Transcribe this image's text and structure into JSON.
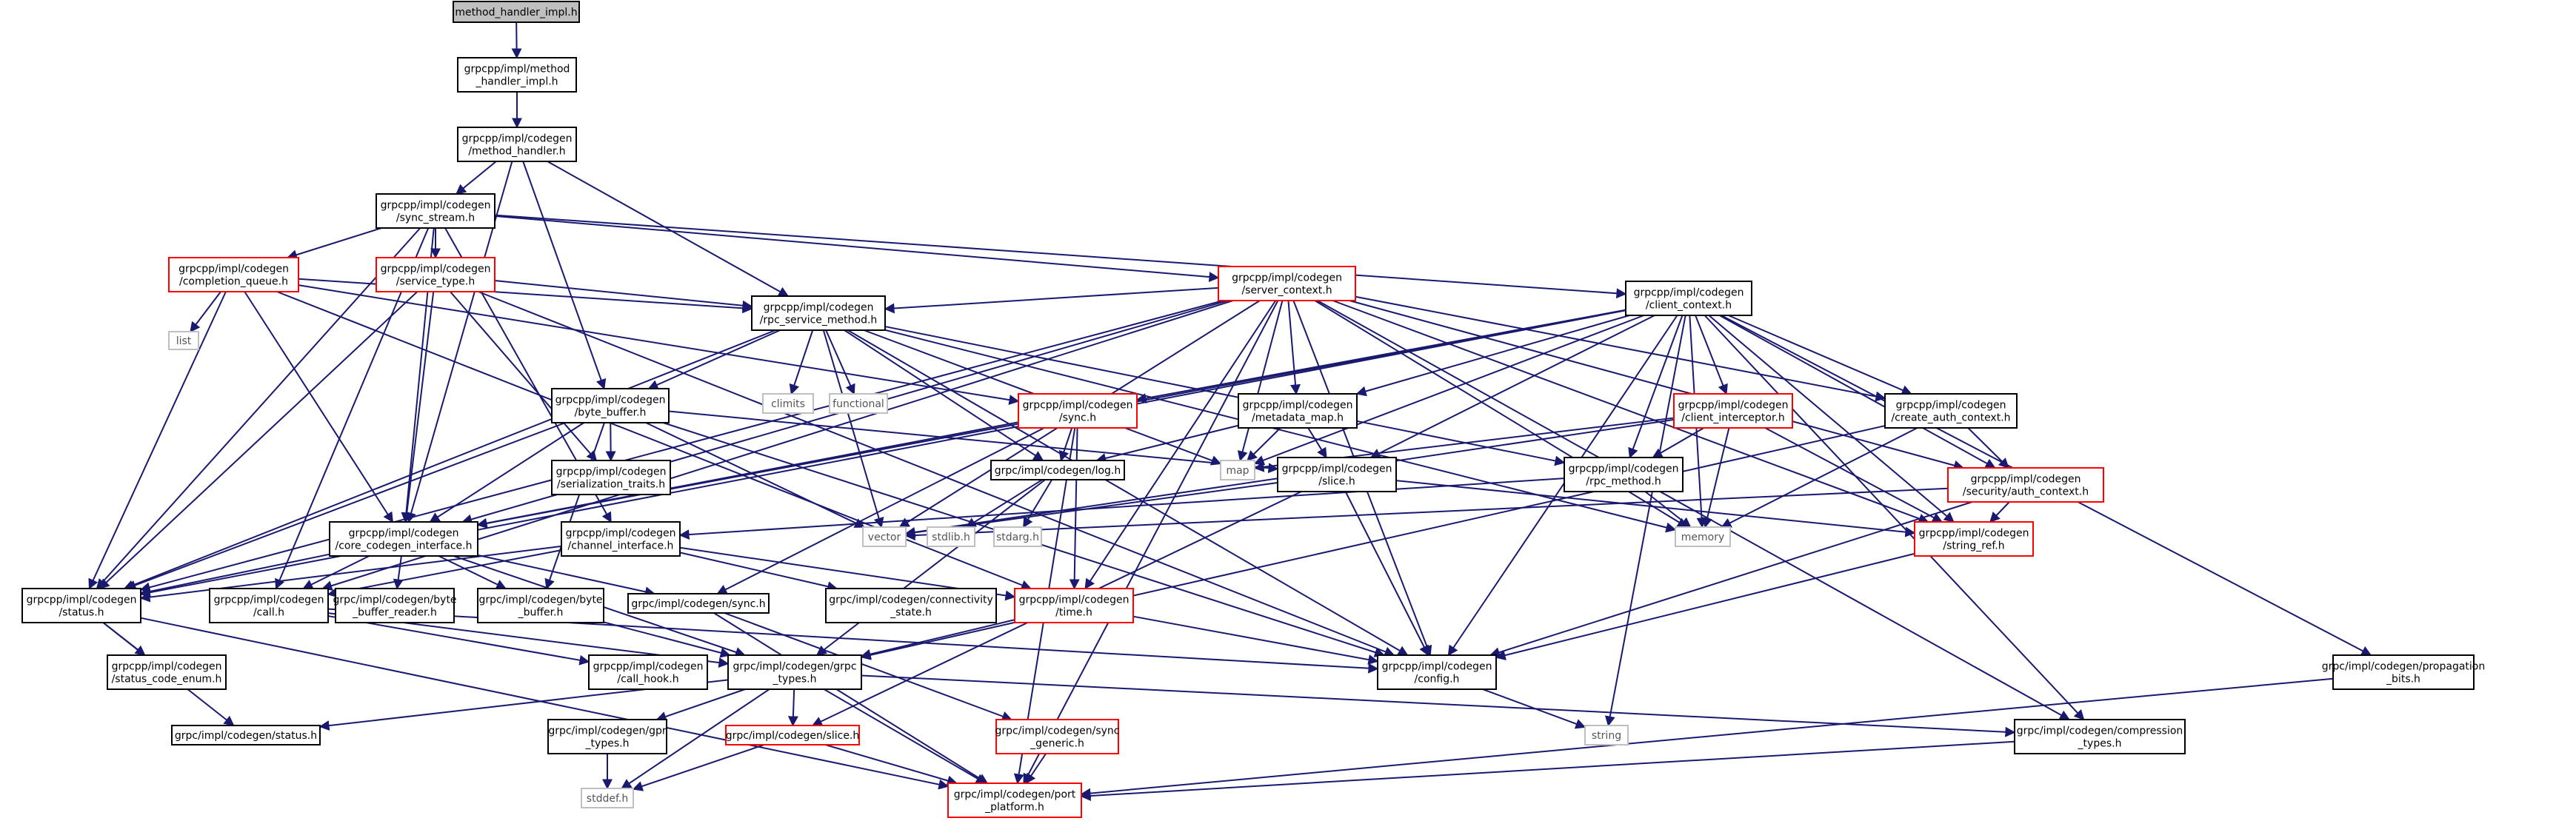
{
  "colors": {
    "edge": "#191970",
    "node_border": "#000000",
    "node_border_partial": "#ff0000",
    "node_border_system": "#bfbfbf",
    "root_fill": "#bfbfbf"
  },
  "nodes": [
    {
      "id": "n0",
      "kind": "root",
      "lines": [
        "method_handler_impl.h"
      ]
    },
    {
      "id": "n1",
      "kind": "normal",
      "lines": [
        "grpcpp/impl/method",
        "_handler_impl.h"
      ]
    },
    {
      "id": "n2",
      "kind": "normal",
      "lines": [
        "grpcpp/impl/codegen",
        "/method_handler.h"
      ]
    },
    {
      "id": "n3",
      "kind": "normal",
      "lines": [
        "grpcpp/impl/codegen",
        "/sync_stream.h"
      ]
    },
    {
      "id": "n4",
      "kind": "red",
      "lines": [
        "grpcpp/impl/codegen",
        "/completion_queue.h"
      ]
    },
    {
      "id": "n5",
      "kind": "red",
      "lines": [
        "grpcpp/impl/codegen",
        "/service_type.h"
      ]
    },
    {
      "id": "n6",
      "kind": "red",
      "lines": [
        "grpcpp/impl/codegen",
        "/server_context.h"
      ]
    },
    {
      "id": "n7",
      "kind": "gray",
      "lines": [
        "list"
      ]
    },
    {
      "id": "n8",
      "kind": "normal",
      "lines": [
        "grpcpp/impl/codegen",
        "/rpc_service_method.h"
      ]
    },
    {
      "id": "n9",
      "kind": "normal",
      "lines": [
        "grpcpp/impl/codegen",
        "/client_context.h"
      ]
    },
    {
      "id": "n10",
      "kind": "gray",
      "lines": [
        "climits"
      ]
    },
    {
      "id": "n11",
      "kind": "gray",
      "lines": [
        "functional"
      ]
    },
    {
      "id": "n12",
      "kind": "normal",
      "lines": [
        "grpcpp/impl/codegen",
        "/byte_buffer.h"
      ]
    },
    {
      "id": "n13",
      "kind": "red",
      "lines": [
        "grpcpp/impl/codegen",
        "/sync.h"
      ]
    },
    {
      "id": "n14",
      "kind": "normal",
      "lines": [
        "grpcpp/impl/codegen",
        "/metadata_map.h"
      ]
    },
    {
      "id": "n15",
      "kind": "red",
      "lines": [
        "grpcpp/impl/codegen",
        "/client_interceptor.h"
      ]
    },
    {
      "id": "n16",
      "kind": "normal",
      "lines": [
        "grpcpp/impl/codegen",
        "/create_auth_context.h"
      ]
    },
    {
      "id": "n17",
      "kind": "normal",
      "lines": [
        "grpcpp/impl/codegen",
        "/serialization_traits.h"
      ]
    },
    {
      "id": "n18",
      "kind": "gray",
      "lines": [
        "map"
      ]
    },
    {
      "id": "n19",
      "kind": "normal",
      "lines": [
        "grpc/impl/codegen/log.h"
      ]
    },
    {
      "id": "n20",
      "kind": "normal",
      "lines": [
        "grpcpp/impl/codegen",
        "/slice.h"
      ]
    },
    {
      "id": "n21",
      "kind": "normal",
      "lines": [
        "grpcpp/impl/codegen",
        "/rpc_method.h"
      ]
    },
    {
      "id": "n22",
      "kind": "red",
      "lines": [
        "grpcpp/impl/codegen",
        "/security/auth_context.h"
      ]
    },
    {
      "id": "n23",
      "kind": "gray",
      "lines": [
        "vector"
      ]
    },
    {
      "id": "n24",
      "kind": "gray",
      "lines": [
        "stdlib.h"
      ]
    },
    {
      "id": "n25",
      "kind": "gray",
      "lines": [
        "stdarg.h"
      ]
    },
    {
      "id": "n26",
      "kind": "gray",
      "lines": [
        "memory"
      ]
    },
    {
      "id": "n27",
      "kind": "normal",
      "lines": [
        "grpcpp/impl/codegen",
        "/core_codegen_interface.h"
      ]
    },
    {
      "id": "n28",
      "kind": "normal",
      "lines": [
        "grpcpp/impl/codegen",
        "/channel_interface.h"
      ]
    },
    {
      "id": "n29",
      "kind": "red",
      "lines": [
        "grpcpp/impl/codegen",
        "/string_ref.h"
      ]
    },
    {
      "id": "n30",
      "kind": "normal",
      "lines": [
        "grpcpp/impl/codegen",
        "/status.h"
      ]
    },
    {
      "id": "n31",
      "kind": "normal",
      "lines": [
        "grpcpp/impl/codegen",
        "/call.h"
      ]
    },
    {
      "id": "n32",
      "kind": "normal",
      "lines": [
        "grpc/impl/codegen/byte",
        "_buffer_reader.h"
      ]
    },
    {
      "id": "n33",
      "kind": "normal",
      "lines": [
        "grpc/impl/codegen/byte",
        "_buffer.h"
      ]
    },
    {
      "id": "n34",
      "kind": "normal",
      "lines": [
        "grpc/impl/codegen/sync.h"
      ]
    },
    {
      "id": "n35",
      "kind": "normal",
      "lines": [
        "grpc/impl/codegen/connectivity",
        "_state.h"
      ]
    },
    {
      "id": "n36",
      "kind": "red",
      "lines": [
        "grpcpp/impl/codegen",
        "/time.h"
      ]
    },
    {
      "id": "n37",
      "kind": "normal",
      "lines": [
        "grpcpp/impl/codegen",
        "/status_code_enum.h"
      ]
    },
    {
      "id": "n38",
      "kind": "normal",
      "lines": [
        "grpcpp/impl/codegen",
        "/call_hook.h"
      ]
    },
    {
      "id": "n39",
      "kind": "normal",
      "lines": [
        "grpc/impl/codegen/grpc",
        "_types.h"
      ]
    },
    {
      "id": "n40",
      "kind": "normal",
      "lines": [
        "grpcpp/impl/codegen",
        "/config.h"
      ]
    },
    {
      "id": "n41",
      "kind": "normal",
      "lines": [
        "grpc/impl/codegen/propagation",
        "_bits.h"
      ]
    },
    {
      "id": "n42",
      "kind": "normal",
      "lines": [
        "grpc/impl/codegen/status.h"
      ]
    },
    {
      "id": "n43",
      "kind": "normal",
      "lines": [
        "grpc/impl/codegen/gpr",
        "_types.h"
      ]
    },
    {
      "id": "n44",
      "kind": "red",
      "lines": [
        "grpc/impl/codegen/slice.h"
      ]
    },
    {
      "id": "n45",
      "kind": "red",
      "lines": [
        "grpc/impl/codegen/sync",
        "_generic.h"
      ]
    },
    {
      "id": "n46",
      "kind": "gray",
      "lines": [
        "string"
      ]
    },
    {
      "id": "n47",
      "kind": "normal",
      "lines": [
        "grpc/impl/codegen/compression",
        "_types.h"
      ]
    },
    {
      "id": "n48",
      "kind": "gray",
      "lines": [
        "stddef.h"
      ]
    },
    {
      "id": "n49",
      "kind": "red",
      "lines": [
        "grpc/impl/codegen/port",
        "_platform.h"
      ]
    }
  ],
  "edges": [
    [
      "n0",
      "n1"
    ],
    [
      "n1",
      "n2"
    ],
    [
      "n2",
      "n3"
    ],
    [
      "n2",
      "n8"
    ],
    [
      "n2",
      "n12"
    ],
    [
      "n2",
      "n27"
    ],
    [
      "n3",
      "n4"
    ],
    [
      "n3",
      "n5"
    ],
    [
      "n3",
      "n6"
    ],
    [
      "n3",
      "n9"
    ],
    [
      "n3",
      "n28"
    ],
    [
      "n3",
      "n31"
    ],
    [
      "n3",
      "n27"
    ],
    [
      "n3",
      "n30"
    ],
    [
      "n4",
      "n7"
    ],
    [
      "n4",
      "n8"
    ],
    [
      "n4",
      "n13"
    ],
    [
      "n4",
      "n27"
    ],
    [
      "n4",
      "n30"
    ],
    [
      "n4",
      "n36"
    ],
    [
      "n5",
      "n8"
    ],
    [
      "n5",
      "n17"
    ],
    [
      "n5",
      "n27"
    ],
    [
      "n5",
      "n30"
    ],
    [
      "n5",
      "n40"
    ],
    [
      "n6",
      "n8"
    ],
    [
      "n6",
      "n14"
    ],
    [
      "n6",
      "n18"
    ],
    [
      "n6",
      "n23"
    ],
    [
      "n6",
      "n26"
    ],
    [
      "n6",
      "n16"
    ],
    [
      "n6",
      "n22"
    ],
    [
      "n6",
      "n29"
    ],
    [
      "n6",
      "n40"
    ],
    [
      "n6",
      "n27"
    ],
    [
      "n6",
      "n30"
    ],
    [
      "n6",
      "n31"
    ],
    [
      "n6",
      "n36"
    ],
    [
      "n6",
      "n47"
    ],
    [
      "n6",
      "n49"
    ],
    [
      "n8",
      "n10"
    ],
    [
      "n8",
      "n11"
    ],
    [
      "n8",
      "n12"
    ],
    [
      "n8",
      "n18"
    ],
    [
      "n8",
      "n19"
    ],
    [
      "n8",
      "n21"
    ],
    [
      "n8",
      "n23"
    ],
    [
      "n8",
      "n26"
    ],
    [
      "n8",
      "n30"
    ],
    [
      "n8",
      "n40"
    ],
    [
      "n9",
      "n13"
    ],
    [
      "n9",
      "n14"
    ],
    [
      "n9",
      "n15"
    ],
    [
      "n9",
      "n16"
    ],
    [
      "n9",
      "n18"
    ],
    [
      "n9",
      "n20"
    ],
    [
      "n9",
      "n21"
    ],
    [
      "n9",
      "n22"
    ],
    [
      "n9",
      "n26"
    ],
    [
      "n9",
      "n29"
    ],
    [
      "n9",
      "n27"
    ],
    [
      "n9",
      "n30"
    ],
    [
      "n9",
      "n40"
    ],
    [
      "n9",
      "n41"
    ],
    [
      "n9",
      "n46"
    ],
    [
      "n9",
      "n47"
    ],
    [
      "n12",
      "n17"
    ],
    [
      "n12",
      "n20"
    ],
    [
      "n12",
      "n23"
    ],
    [
      "n12",
      "n27"
    ],
    [
      "n12",
      "n33"
    ],
    [
      "n12",
      "n30"
    ],
    [
      "n12",
      "n40"
    ],
    [
      "n13",
      "n19"
    ],
    [
      "n13",
      "n27"
    ],
    [
      "n13",
      "n34"
    ],
    [
      "n13",
      "n36"
    ],
    [
      "n13",
      "n49"
    ],
    [
      "n14",
      "n18"
    ],
    [
      "n14",
      "n19"
    ],
    [
      "n14",
      "n20"
    ],
    [
      "n15",
      "n18"
    ],
    [
      "n15",
      "n21"
    ],
    [
      "n15",
      "n26"
    ],
    [
      "n15",
      "n29"
    ],
    [
      "n15",
      "n23"
    ],
    [
      "n16",
      "n22"
    ],
    [
      "n16",
      "n26"
    ],
    [
      "n16",
      "n39"
    ],
    [
      "n19",
      "n24"
    ],
    [
      "n19",
      "n25"
    ],
    [
      "n19",
      "n39"
    ],
    [
      "n20",
      "n29"
    ],
    [
      "n20",
      "n40"
    ],
    [
      "n20",
      "n44"
    ],
    [
      "n20",
      "n23"
    ],
    [
      "n21",
      "n26"
    ],
    [
      "n21",
      "n28"
    ],
    [
      "n22",
      "n29"
    ],
    [
      "n22",
      "n40"
    ],
    [
      "n22",
      "n23"
    ],
    [
      "n27",
      "n30"
    ],
    [
      "n27",
      "n31"
    ],
    [
      "n27",
      "n32"
    ],
    [
      "n27",
      "n33"
    ],
    [
      "n27",
      "n34"
    ],
    [
      "n27",
      "n39"
    ],
    [
      "n28",
      "n35"
    ],
    [
      "n28",
      "n36"
    ],
    [
      "n28",
      "n30"
    ],
    [
      "n28",
      "n31"
    ],
    [
      "n29",
      "n40"
    ],
    [
      "n30",
      "n37"
    ],
    [
      "n30",
      "n42"
    ],
    [
      "n30",
      "n49"
    ],
    [
      "n31",
      "n38"
    ],
    [
      "n31",
      "n39"
    ],
    [
      "n31",
      "n40"
    ],
    [
      "n33",
      "n39"
    ],
    [
      "n34",
      "n45"
    ],
    [
      "n34",
      "n49"
    ],
    [
      "n36",
      "n39"
    ],
    [
      "n36",
      "n40"
    ],
    [
      "n39",
      "n42"
    ],
    [
      "n39",
      "n43"
    ],
    [
      "n39",
      "n44"
    ],
    [
      "n39",
      "n47"
    ],
    [
      "n39",
      "n48"
    ],
    [
      "n39",
      "n49"
    ],
    [
      "n40",
      "n46"
    ],
    [
      "n41",
      "n49"
    ],
    [
      "n43",
      "n48"
    ],
    [
      "n44",
      "n48"
    ],
    [
      "n44",
      "n49"
    ],
    [
      "n45",
      "n49"
    ],
    [
      "n47",
      "n49"
    ]
  ]
}
